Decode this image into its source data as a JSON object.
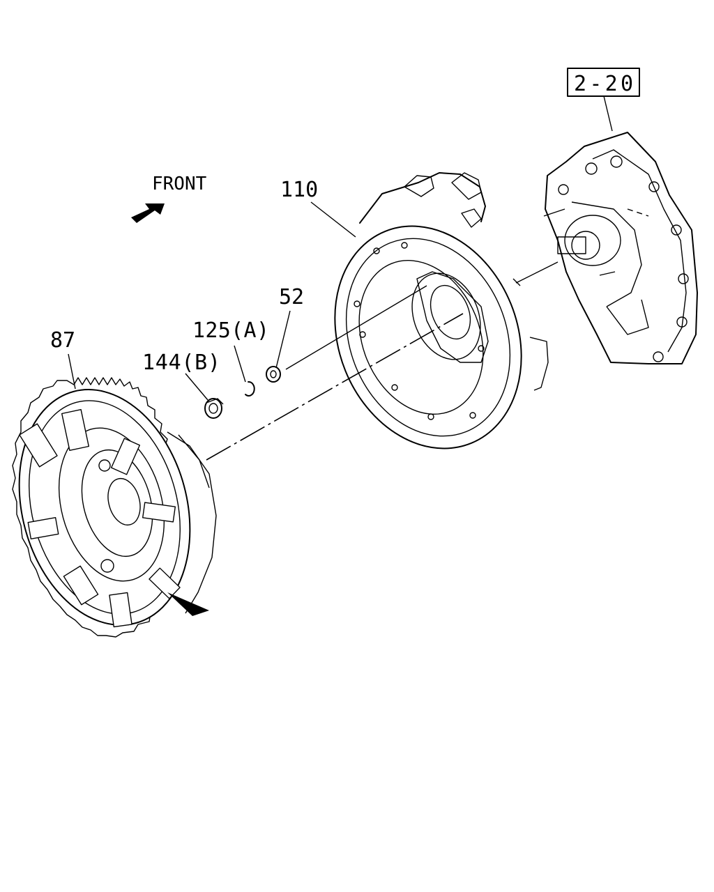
{
  "diagram": {
    "front_label": "FRONT",
    "ref_box": "2-20",
    "callouts": [
      {
        "id": "87",
        "text": "87"
      },
      {
        "id": "144B",
        "text": "144(B)"
      },
      {
        "id": "125A",
        "text": "125(A)"
      },
      {
        "id": "52",
        "text": "52"
      },
      {
        "id": "110",
        "text": "110"
      }
    ]
  }
}
